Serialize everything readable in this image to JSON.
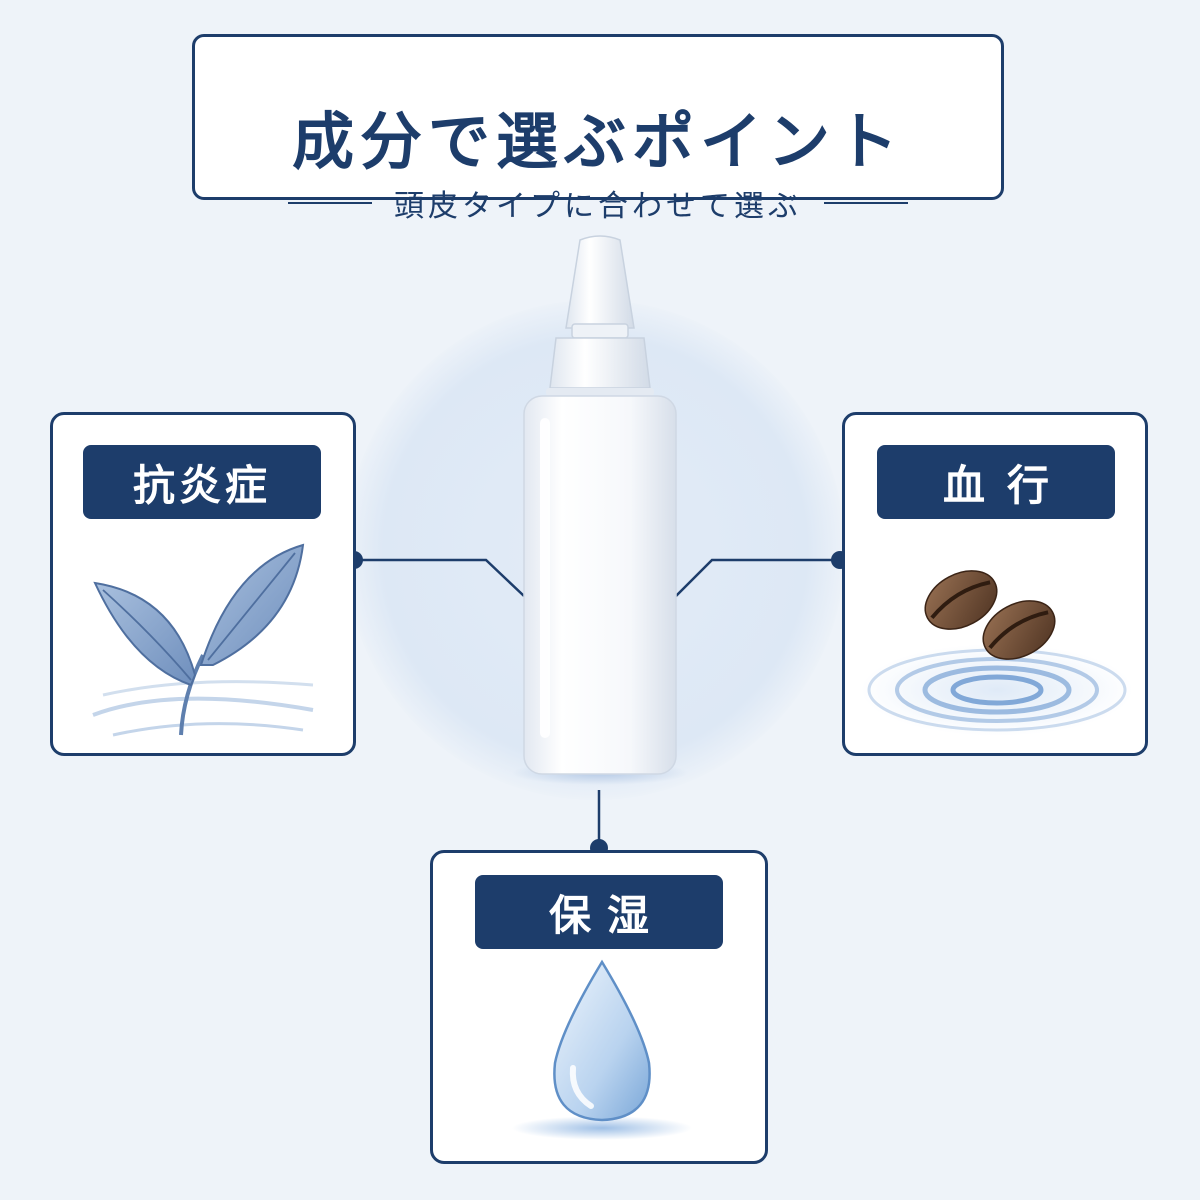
{
  "header": {
    "title": "成分で選ぶポイント",
    "subtitle": "頭皮タイプに合わせて選ぶ"
  },
  "cards": {
    "left": {
      "label": "抗炎症",
      "icon": "leaf-icon"
    },
    "right": {
      "label": "血行",
      "icon": "coffee-bean-icon"
    },
    "bottom": {
      "label": "保湿",
      "icon": "water-drop-icon"
    }
  },
  "center": {
    "icon": "bottle-icon"
  },
  "colors": {
    "navy": "#1d3d6b",
    "background": "#eef3f9",
    "leaf": "#7d9cc6",
    "bean": "#6b4a33",
    "water": "#7aa7d8"
  }
}
